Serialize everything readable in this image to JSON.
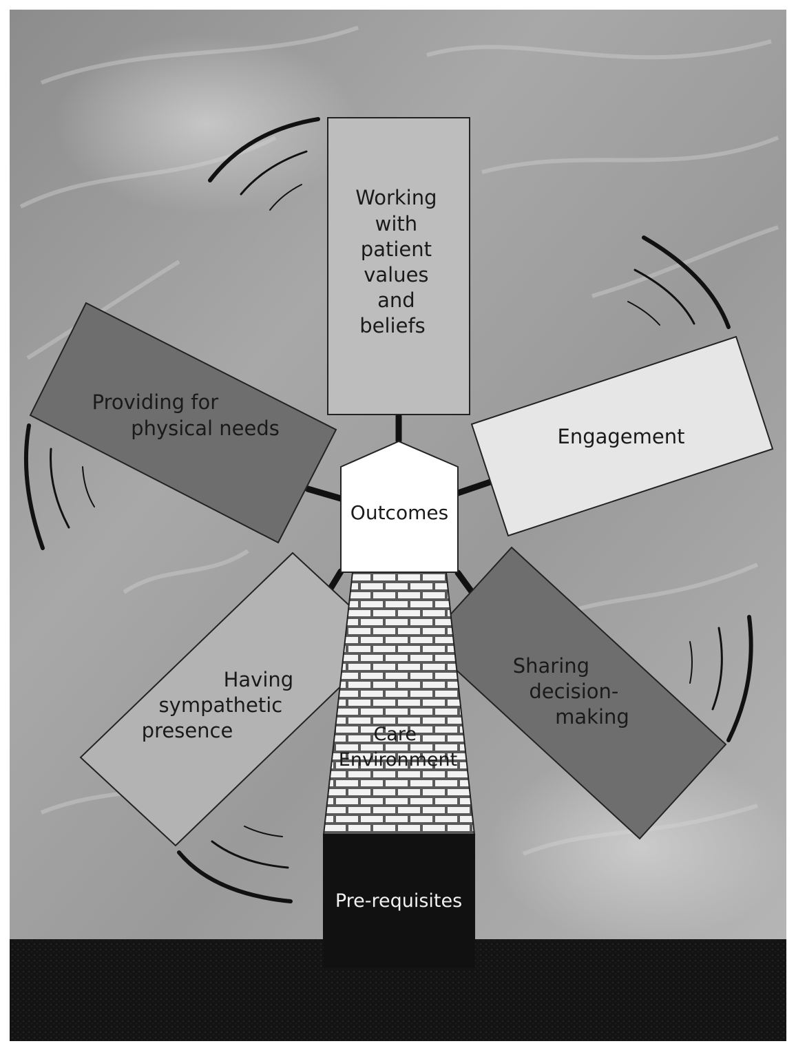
{
  "diagram": {
    "blades": {
      "top": {
        "lines": [
          "Working",
          "with",
          "patient",
          "values",
          "and",
          "beliefs"
        ]
      },
      "right": {
        "lines": [
          "Engagement"
        ]
      },
      "lower_right": {
        "lines": [
          "Sharing",
          "decision-",
          "making"
        ]
      },
      "lower_left": {
        "lines": [
          "Having",
          "sympathetic",
          "presence"
        ]
      },
      "left": {
        "lines": [
          "Providing for",
          "physical needs"
        ]
      }
    },
    "hub": {
      "label": "Outcomes"
    },
    "tower": {
      "lines": [
        "Care",
        "Environment"
      ]
    },
    "base": {
      "label": "Pre-requisites"
    }
  }
}
